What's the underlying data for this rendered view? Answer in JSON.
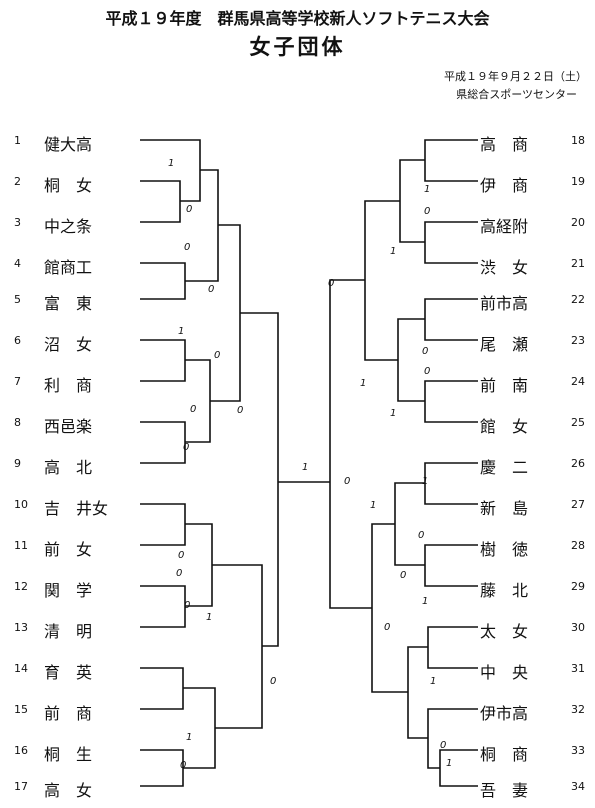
{
  "header": {
    "title": "平成１９年度　群馬県高等学校新人ソフトテニス大会",
    "subtitle": "女子団体",
    "date": "平成１９年９月２２日（土）",
    "venue": "県総合スポーツセンター"
  },
  "left_teams": [
    {
      "num": "1",
      "name": "健大高"
    },
    {
      "num": "2",
      "name": "桐　女"
    },
    {
      "num": "3",
      "name": "中之条"
    },
    {
      "num": "4",
      "name": "館商工"
    },
    {
      "num": "5",
      "name": "富　東"
    },
    {
      "num": "6",
      "name": "沼　女"
    },
    {
      "num": "7",
      "name": "利　商"
    },
    {
      "num": "8",
      "name": "西邑楽"
    },
    {
      "num": "9",
      "name": "高　北"
    },
    {
      "num": "10",
      "name": "吉　井女"
    },
    {
      "num": "11",
      "name": "前　女"
    },
    {
      "num": "12",
      "name": "関　学"
    },
    {
      "num": "13",
      "name": "清　明"
    },
    {
      "num": "14",
      "name": "育　英"
    },
    {
      "num": "15",
      "name": "前　商"
    },
    {
      "num": "16",
      "name": "桐　生"
    },
    {
      "num": "17",
      "name": "高　女"
    }
  ],
  "right_teams": [
    {
      "num": "18",
      "name": "高　商"
    },
    {
      "num": "19",
      "name": "伊　商"
    },
    {
      "num": "20",
      "name": "高経附"
    },
    {
      "num": "21",
      "name": "渋　女"
    },
    {
      "num": "22",
      "name": "前市高"
    },
    {
      "num": "23",
      "name": "尾　瀬"
    },
    {
      "num": "24",
      "name": "前　南"
    },
    {
      "num": "25",
      "name": "館　女"
    },
    {
      "num": "26",
      "name": "慶　二"
    },
    {
      "num": "27",
      "name": "新　島"
    },
    {
      "num": "28",
      "name": "樹　徳"
    },
    {
      "num": "29",
      "name": "藤　北"
    },
    {
      "num": "30",
      "name": "太　女"
    },
    {
      "num": "31",
      "name": "中　央"
    },
    {
      "num": "32",
      "name": "伊市高"
    },
    {
      "num": "33",
      "name": "桐　商"
    },
    {
      "num": "34",
      "name": "吾　妻"
    }
  ],
  "scores": {
    "s1": "1",
    "s2": "0",
    "s3": "0",
    "s4": "0",
    "s5": "1",
    "s6": "0",
    "s7": "0",
    "s8": "0",
    "s9": "0",
    "s10": "0",
    "s11": "1",
    "s12": "0",
    "s13": "0",
    "s14": "1",
    "s15": "0",
    "s16": "0",
    "s17": "0",
    "s18": "1",
    "s19": "1",
    "s20": "0",
    "s21": "1",
    "s22": "0",
    "s23": "0",
    "s24": "1",
    "s25": "0",
    "s26": "1",
    "s27": "1",
    "s28": "0",
    "s29": "0",
    "s30": "1",
    "s31": "1",
    "s32": "0",
    "s33": "1",
    "s34": "0",
    "s35": "1"
  }
}
